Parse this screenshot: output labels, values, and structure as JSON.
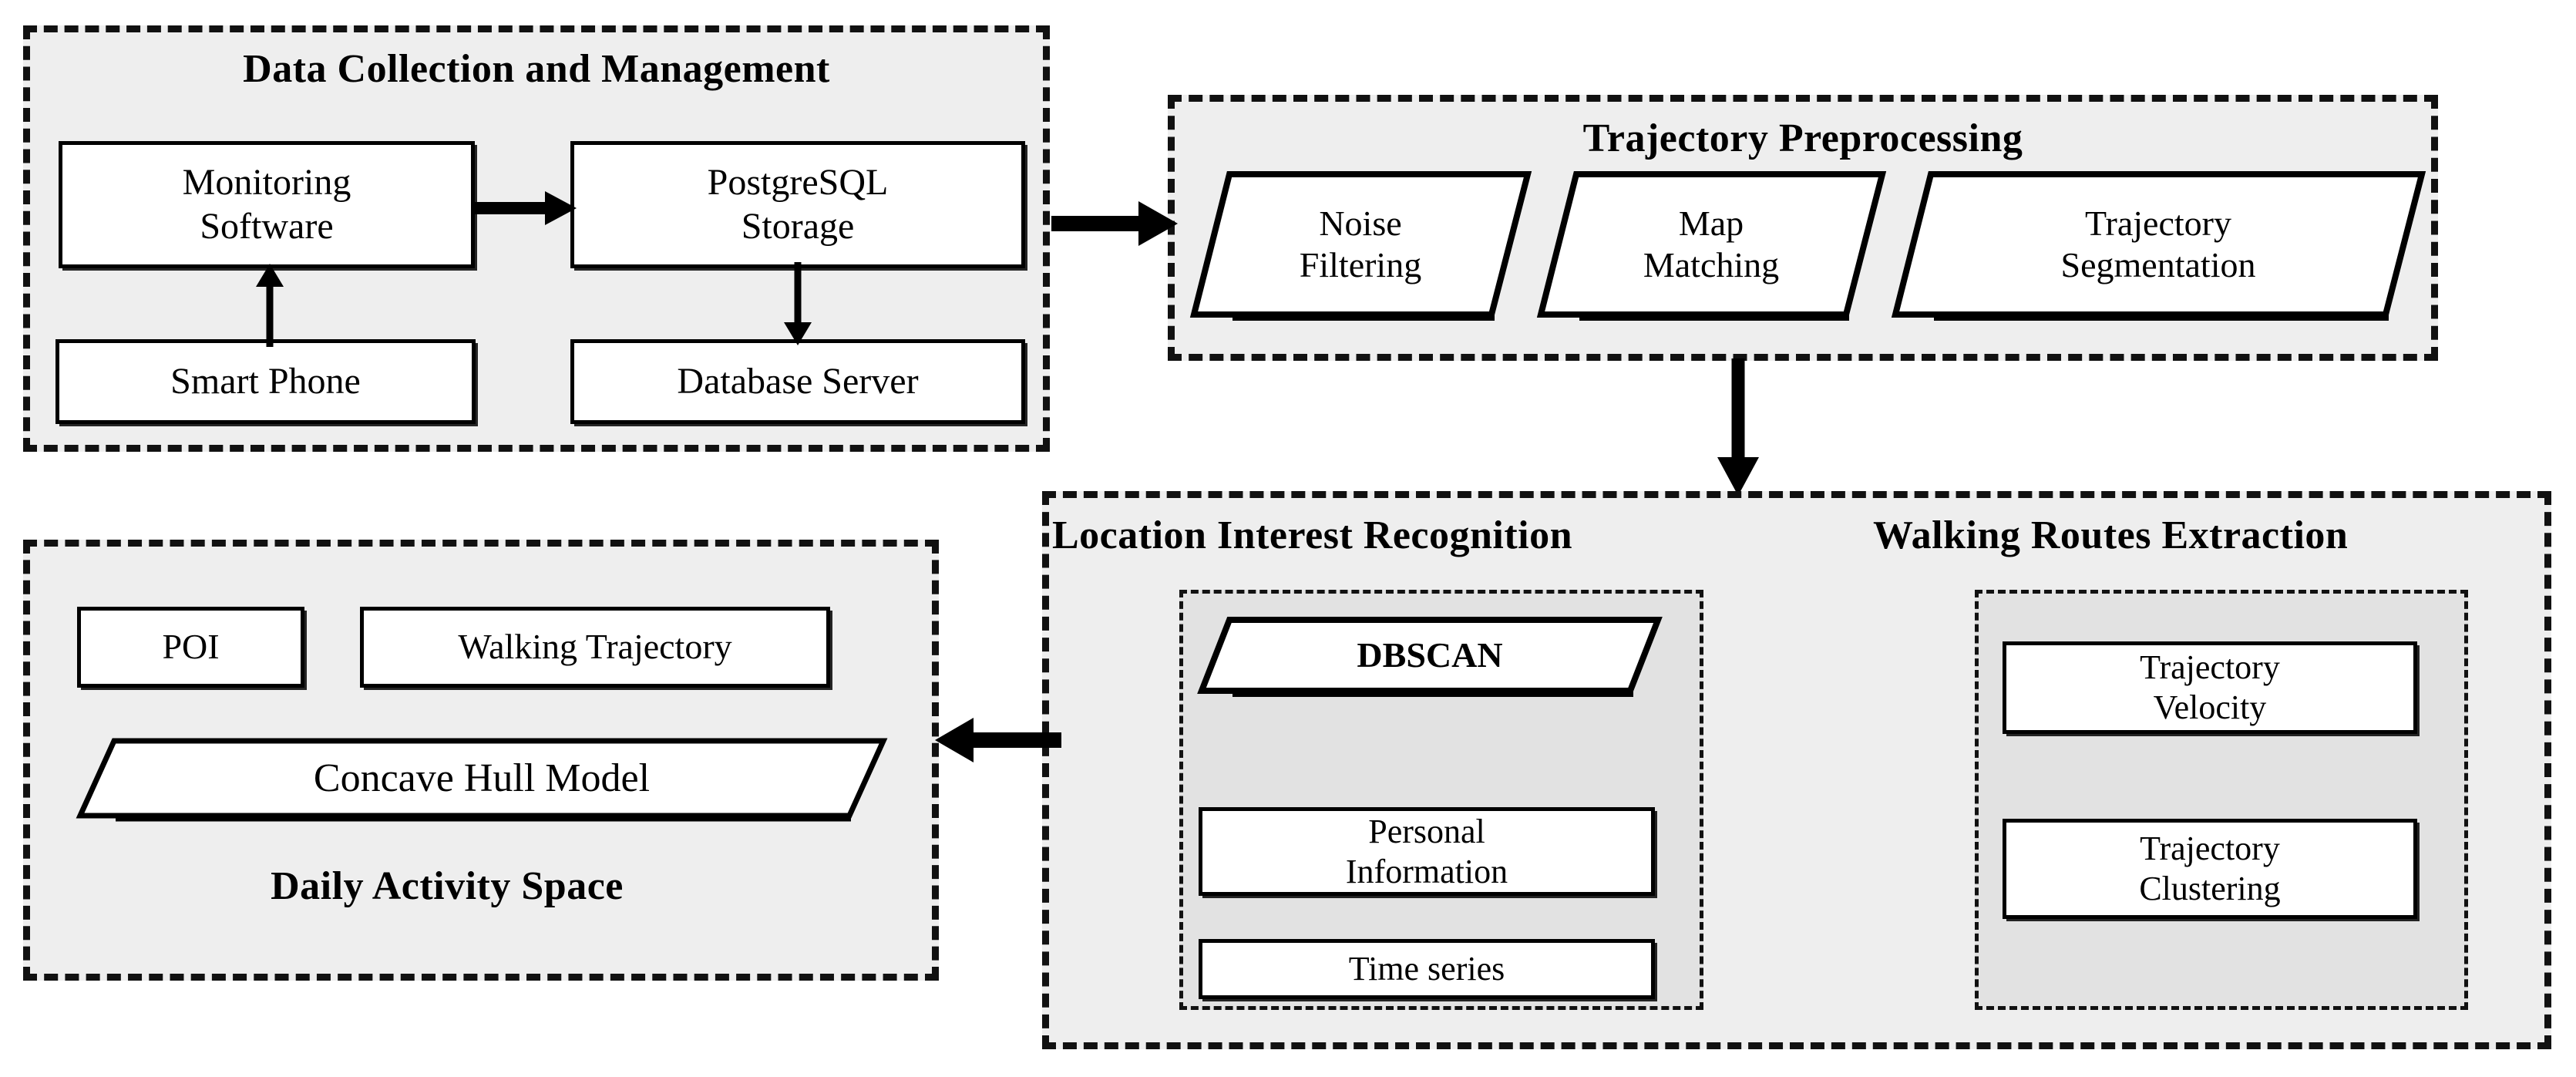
{
  "diagram": {
    "title": "Walking trajectory data processing framework",
    "colors": {
      "panel_fill": "#eeeeee",
      "subpanel_fill": "#e2e2e2",
      "node_fill": "#ffffff",
      "stroke": "#000000",
      "background": "#ffffff"
    }
  },
  "panels": [
    {
      "id": "data-collection",
      "title": "Data Collection and Management",
      "nodes": [
        {
          "id": "monitoring-software",
          "label": "Monitoring\nSoftware",
          "shape": "rect"
        },
        {
          "id": "postgresql-storage",
          "label": "PostgreSQL\nStorage",
          "shape": "rect"
        },
        {
          "id": "smart-phone",
          "label": "Smart Phone",
          "shape": "rect"
        },
        {
          "id": "database-server",
          "label": "Database Server",
          "shape": "rect"
        }
      ]
    },
    {
      "id": "trajectory-preprocessing",
      "title": "Trajectory  Preprocessing",
      "nodes": [
        {
          "id": "noise-filtering",
          "label": "Noise\nFiltering",
          "shape": "parallelogram"
        },
        {
          "id": "map-matching",
          "label": "Map\nMatching",
          "shape": "parallelogram"
        },
        {
          "id": "trajectory-segmentation",
          "label": "Trajectory\nSegmentation",
          "shape": "parallelogram"
        }
      ]
    },
    {
      "id": "analysis",
      "titles": [
        "Location Interest Recognition",
        "Walking Routes Extraction"
      ],
      "groups": [
        {
          "id": "location-interest-recognition",
          "title": "Location Interest Recognition",
          "nodes": [
            {
              "id": "dbscan",
              "label": "DBSCAN",
              "shape": "parallelogram",
              "bold": true
            },
            {
              "id": "personal-information",
              "label": "Personal\nInformation",
              "shape": "rect"
            },
            {
              "id": "time-series",
              "label": "Time series",
              "shape": "rect"
            }
          ]
        },
        {
          "id": "walking-routes-extraction",
          "title": "Walking Routes Extraction",
          "nodes": [
            {
              "id": "trajectory-velocity",
              "label": "Trajectory\nVelocity",
              "shape": "rect"
            },
            {
              "id": "trajectory-clustering",
              "label": "Trajectory\nClustering",
              "shape": "rect"
            }
          ]
        }
      ]
    },
    {
      "id": "daily-activity-space",
      "title": "Daily Activity Space",
      "nodes": [
        {
          "id": "poi",
          "label": "POI",
          "shape": "rect"
        },
        {
          "id": "walking-trajectory",
          "label": "Walking Trajectory",
          "shape": "rect"
        },
        {
          "id": "concave-hull-model",
          "label": "Concave Hull Model",
          "shape": "parallelogram"
        }
      ]
    }
  ],
  "labels": {
    "data_collection_title": "Data Collection and Management",
    "trajectory_preprocessing_title": "Trajectory  Preprocessing",
    "location_interest_title": "Location Interest Recognition",
    "walking_routes_title": "Walking Routes Extraction",
    "daily_activity_title": "Daily Activity Space",
    "monitoring_software_l1": "Monitoring",
    "monitoring_software_l2": "Software",
    "postgresql_l1": "PostgreSQL",
    "postgresql_l2": "Storage",
    "smart_phone": "Smart Phone",
    "database_server": "Database Server",
    "noise_l1": "Noise",
    "noise_l2": "Filtering",
    "map_l1": "Map",
    "map_l2": "Matching",
    "traj_seg_l1": "Trajectory",
    "traj_seg_l2": "Segmentation",
    "dbscan": "DBSCAN",
    "personal_l1": "Personal",
    "personal_l2": "Information",
    "time_series": "Time series",
    "traj_vel_l1": "Trajectory",
    "traj_vel_l2": "Velocity",
    "traj_clu_l1": "Trajectory",
    "traj_clu_l2": "Clustering",
    "poi": "POI",
    "walking_trajectory": "Walking Trajectory",
    "concave_hull_model": "Concave Hull Model"
  },
  "connections": [
    {
      "id": "monitoring-to-postgresql",
      "from": "monitoring-software",
      "to": "postgresql-storage",
      "direction": "right"
    },
    {
      "id": "smartphone-to-monitoring",
      "from": "smart-phone",
      "to": "monitoring-software",
      "direction": "up"
    },
    {
      "id": "postgresql-to-database-server",
      "from": "postgresql-storage",
      "to": "database-server",
      "direction": "down"
    },
    {
      "id": "collection-to-preprocessing",
      "from": "data-collection",
      "to": "trajectory-preprocessing",
      "direction": "right"
    },
    {
      "id": "preprocessing-to-analysis",
      "from": "trajectory-preprocessing",
      "to": "analysis",
      "direction": "down"
    },
    {
      "id": "analysis-to-daily-activity",
      "from": "analysis",
      "to": "daily-activity-space",
      "direction": "left"
    }
  ]
}
